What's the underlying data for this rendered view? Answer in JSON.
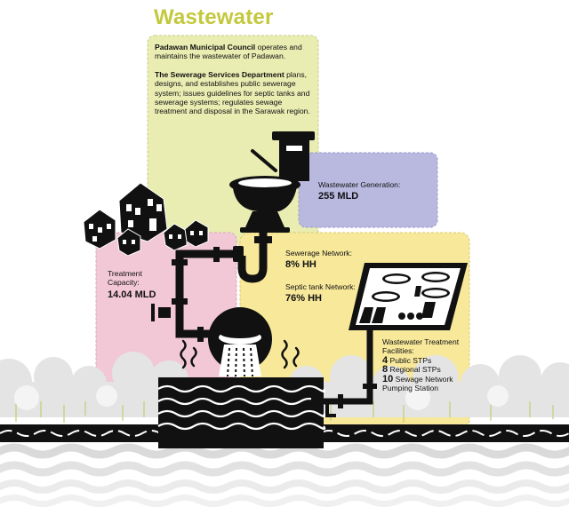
{
  "title": "Wastewater",
  "authority": {
    "council_name": "Padawan Municipal Council",
    "council_desc": "operates and maintains the wastewater of Padawan.",
    "dept_name": "The Sewerage Services Department",
    "dept_desc": "plans, designs, and establishes public sewerage system; issues guidelines for septic tanks and sewerage systems; regulates sewage treatment and disposal in the Sarawak region."
  },
  "generation": {
    "label": "Wastewater Generation:",
    "value": "255 MLD"
  },
  "treatment_capacity": {
    "label": "Treatment Capacity:",
    "value": "14.04 MLD"
  },
  "sewerage_network": {
    "label": "Sewerage Network:",
    "value": "8% HH"
  },
  "septic_network": {
    "label": "Septic tank Network:",
    "value": "76% HH"
  },
  "facilities": {
    "label": "Wastewater Treatment Facilities:",
    "items": [
      {
        "count": "4",
        "text": "Public STPs"
      },
      {
        "count": "8",
        "text": "Regional STPs"
      },
      {
        "count": "10",
        "text": "Sewage Network Pumping Station"
      }
    ]
  },
  "colors": {
    "title": "#c4c83c",
    "green_box": "#e9edb2",
    "lavender_box": "#b9b9e0",
    "pink_box": "#f2c7d6",
    "yellow_box": "#f7e89a",
    "ink": "#111111"
  }
}
